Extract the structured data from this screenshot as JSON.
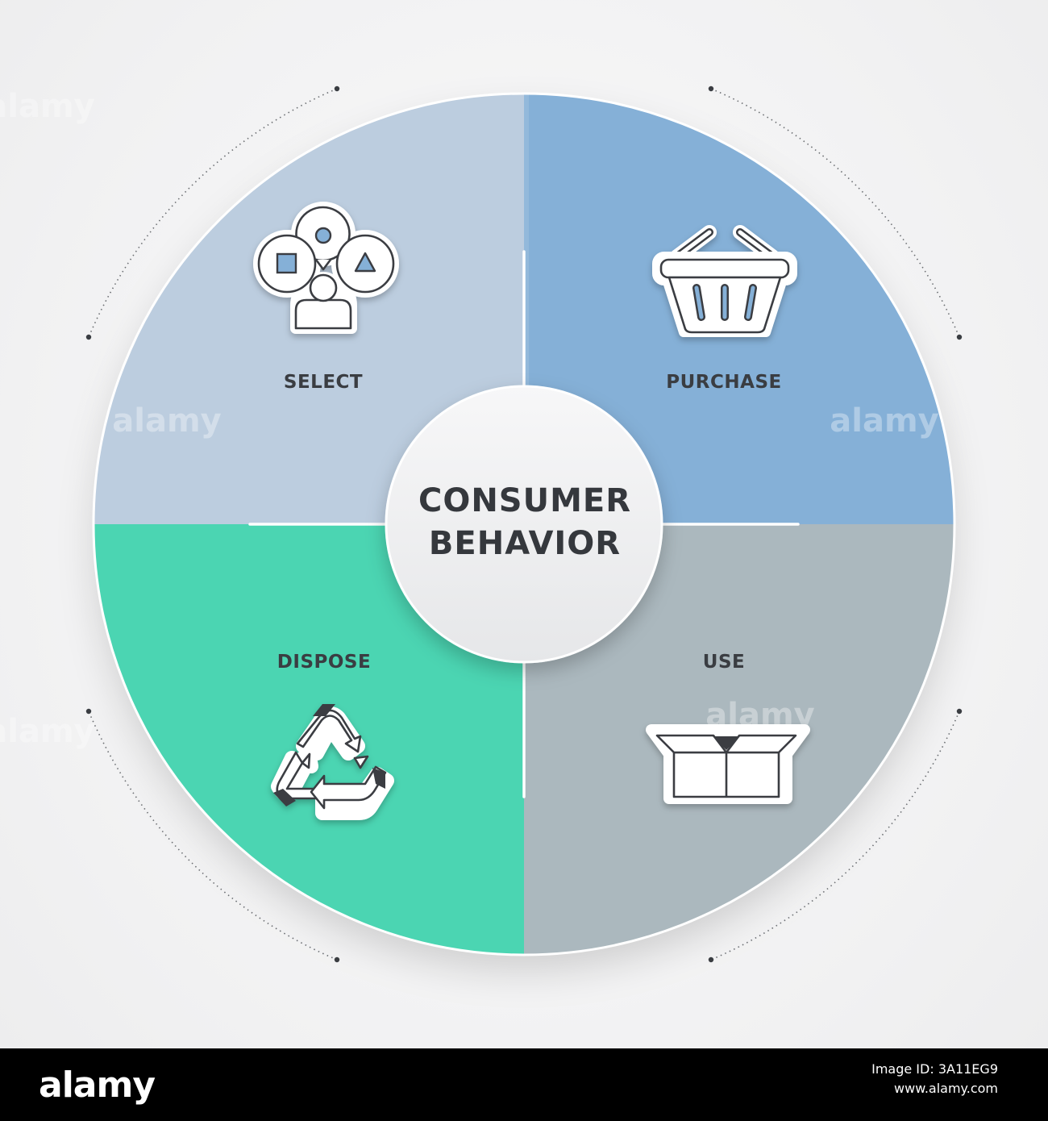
{
  "center": {
    "line1": "CONSUMER",
    "line2": "BEHAVIOR"
  },
  "quadrants": {
    "select": {
      "label": "SELECT",
      "color": "#bccddf"
    },
    "purchase": {
      "label": "PURCHASE",
      "color": "#85b0d7"
    },
    "use": {
      "label": "USE",
      "color": "#abb8be"
    },
    "dispose": {
      "label": "DISPOSE",
      "color": "#4bd5b2"
    }
  },
  "icons": {
    "select": "people-choice-icon",
    "purchase": "shopping-basket-icon",
    "use": "open-box-icon",
    "dispose": "recycle-icon"
  },
  "watermark": "alamy",
  "footer": {
    "logo": "alamy",
    "image_id": "Image ID: 3A11EG9",
    "site": "www.alamy.com"
  }
}
